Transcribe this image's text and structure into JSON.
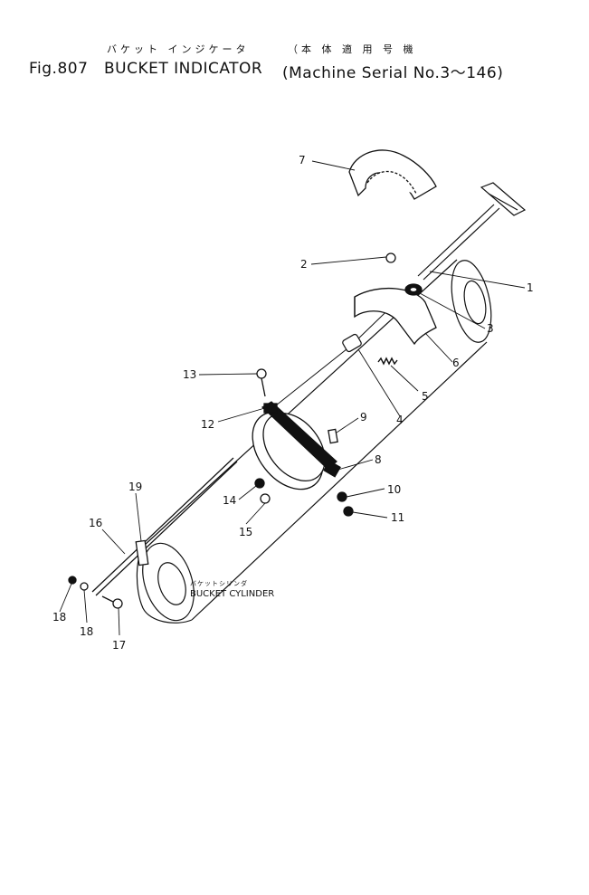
{
  "header": {
    "fig_no": "Fig.807",
    "title_jp": "バケット インジケータ",
    "title_en": "BUCKET INDICATOR",
    "serial_jp": "（本 体 適 用 号 機",
    "serial_en": "(Machine Serial No.3～146)"
  },
  "diagram": {
    "cylinder_label_jp": "バケットシリンダ",
    "cylinder_label_en": "BUCKET CYLINDER",
    "callouts": [
      {
        "id": "1",
        "text": "1"
      },
      {
        "id": "2",
        "text": "2"
      },
      {
        "id": "3",
        "text": "3"
      },
      {
        "id": "4",
        "text": "4"
      },
      {
        "id": "5",
        "text": "5"
      },
      {
        "id": "6",
        "text": "6"
      },
      {
        "id": "7",
        "text": "7"
      },
      {
        "id": "8",
        "text": "8"
      },
      {
        "id": "9",
        "text": "9"
      },
      {
        "id": "10",
        "text": "10"
      },
      {
        "id": "11",
        "text": "11"
      },
      {
        "id": "12",
        "text": "12"
      },
      {
        "id": "13",
        "text": "13"
      },
      {
        "id": "14",
        "text": "14"
      },
      {
        "id": "15",
        "text": "15"
      },
      {
        "id": "16",
        "text": "16"
      },
      {
        "id": "17",
        "text": "17"
      },
      {
        "id": "18a",
        "text": "18"
      },
      {
        "id": "18b",
        "text": "18"
      },
      {
        "id": "19",
        "text": "19"
      }
    ]
  }
}
